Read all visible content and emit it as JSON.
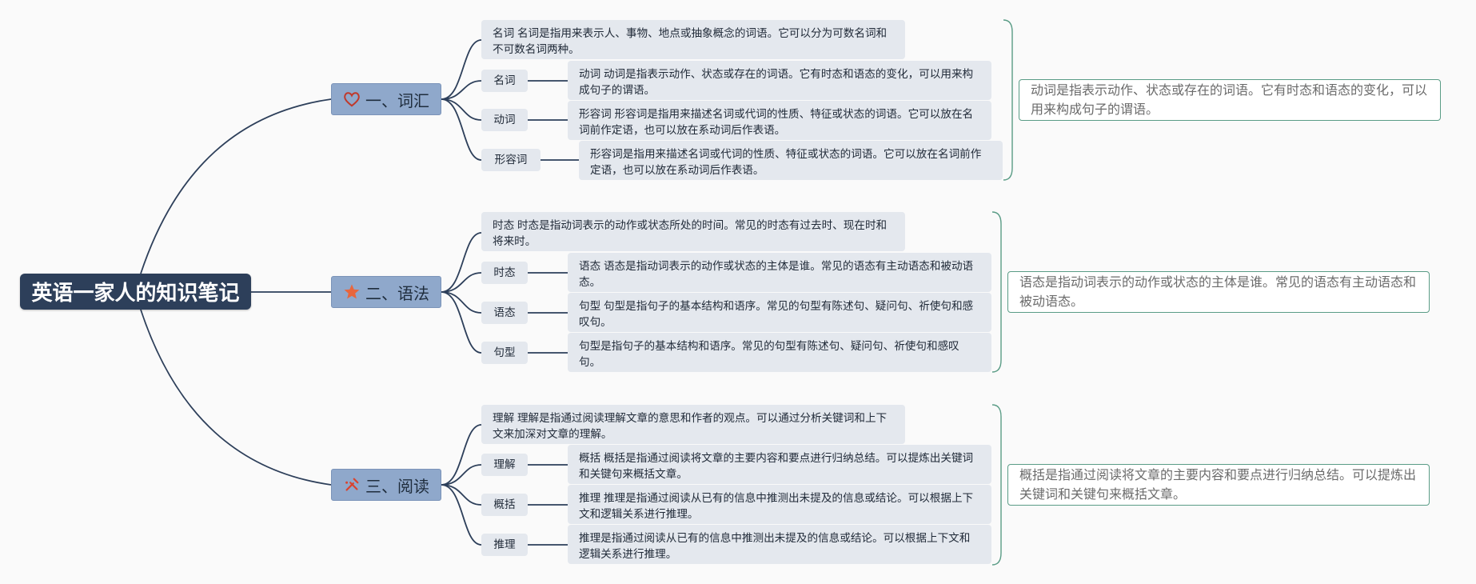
{
  "root": {
    "label": "英语一家人的知识笔记"
  },
  "colors": {
    "root_fill": "#2d3f5a",
    "category_fill": "#8fa8cb",
    "node_fill": "#e4e8ee",
    "summary_border": "#5a9c86",
    "link": "#2d3f5a"
  },
  "categories": [
    {
      "icon": "heart-icon",
      "label": "一、词汇",
      "intro": "名词 名词是指用来表示人、事物、地点或抽象概念的词语。它可以分为可数名词和不可数名词两种。",
      "items": [
        {
          "label": "名词",
          "desc": "动词 动词是指表示动作、状态或存在的词语。它有时态和语态的变化，可以用来构成句子的谓语。"
        },
        {
          "label": "动词",
          "desc": "形容词 形容词是指用来描述名词或代词的性质、特征或状态的词语。它可以放在名词前作定语，也可以放在系动词后作表语。"
        },
        {
          "label": "形容词",
          "desc": "形容词是指用来描述名词或代词的性质、特征或状态的词语。它可以放在名词前作定语，也可以放在系动词后作表语。"
        }
      ],
      "summary": "动词是指表示动作、状态或存在的词语。它有时态和语态的变化，可以用来构成句子的谓语。"
    },
    {
      "icon": "star-icon",
      "label": "二、语法",
      "intro": "时态 时态是指动词表示的动作或状态所处的时间。常见的时态有过去时、现在时和将来时。",
      "items": [
        {
          "label": "时态",
          "desc": "语态 语态是指动词表示的动作或状态的主体是谁。常见的语态有主动语态和被动语态。"
        },
        {
          "label": "语态",
          "desc": "句型 句型是指句子的基本结构和语序。常见的句型有陈述句、疑问句、祈使句和感叹句。"
        },
        {
          "label": "句型",
          "desc": "句型是指句子的基本结构和语序。常见的句型有陈述句、疑问句、祈使句和感叹句。"
        }
      ],
      "summary": "语态是指动词表示的动作或状态的主体是谁。常见的语态有主动语态和被动语态。"
    },
    {
      "icon": "tools-icon",
      "label": "三、阅读",
      "intro": "理解 理解是指通过阅读理解文章的意思和作者的观点。可以通过分析关键词和上下文来加深对文章的理解。",
      "items": [
        {
          "label": "理解",
          "desc": "概括 概括是指通过阅读将文章的主要内容和要点进行归纳总结。可以提炼出关键词和关键句来概括文章。"
        },
        {
          "label": "概括",
          "desc": "推理 推理是指通过阅读从已有的信息中推测出未提及的信息或结论。可以根据上下文和逻辑关系进行推理。"
        },
        {
          "label": "推理",
          "desc": "推理是指通过阅读从已有的信息中推测出未提及的信息或结论。可以根据上下文和逻辑关系进行推理。"
        }
      ],
      "summary": "概括是指通过阅读将文章的主要内容和要点进行归纳总结。可以提炼出关键词和关键句来概括文章。"
    }
  ]
}
